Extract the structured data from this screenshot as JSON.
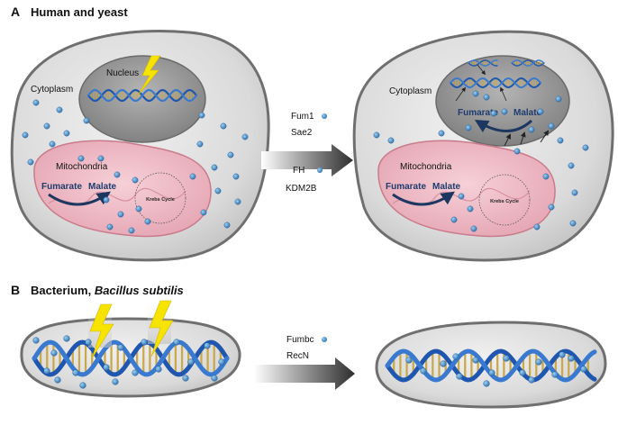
{
  "panel_a": {
    "letter": "A",
    "title": "Human and yeast",
    "left_cell": {
      "nucleus_label": "Nucleus",
      "cytoplasm_label": "Cytoplasm",
      "mitochondria_label": "Mitochondria",
      "fumarate_label": "Fumarate",
      "malate_label": "Malate",
      "krebs_label": "Krebs Cycle"
    },
    "right_cell": {
      "cytoplasm_label": "Cytoplasm",
      "nucleus_fumarate_label": "Fumarate",
      "nucleus_malate_label": "Malate",
      "mitochondria_label": "Mitochondria",
      "fumarate_label": "Fumarate",
      "malate_label": "Malate",
      "krebs_label": "Krebs Cycle"
    },
    "arrow_labels": [
      "Fum1",
      "Sae2",
      "FH",
      "KDM2B"
    ]
  },
  "panel_b": {
    "letter": "B",
    "title_prefix": "Bacterium, ",
    "title_species": "Bacillus subtilis",
    "arrow_labels": [
      "Fumbc",
      "RecN"
    ]
  },
  "colors": {
    "cell_fill": "#d9d9d9",
    "cell_stroke": "#6d6d6d",
    "nucleus_fill": "#8e8e8e",
    "mito_fill": "#e8a9b5",
    "mito_stroke": "#c97b8b",
    "molecule": "#3f86c2",
    "dna_blue": "#1f57b0",
    "dna_rung": "#c9a84a",
    "bolt": "#f6e300",
    "arrow_dark": "#3c3c3c"
  },
  "icons": [
    "lightning-bolt-icon",
    "dna-helix-icon",
    "molecule-dot-icon",
    "curved-arrow-icon",
    "block-arrow-icon"
  ]
}
